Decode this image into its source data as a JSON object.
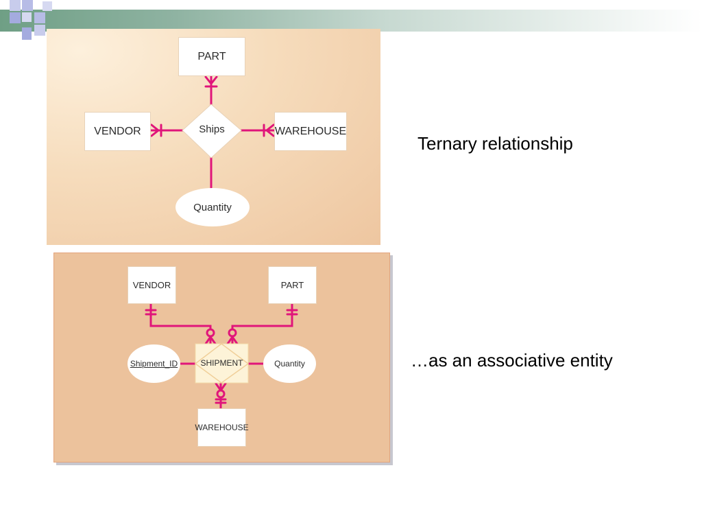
{
  "colors": {
    "connector": "#e0157a",
    "header_bar_start": "#6f9f85",
    "panel_top": "#f6dcbc",
    "panel_bottom": "#ecc29c",
    "logo_square": "#b7bce6"
  },
  "diagram_top": {
    "entities": {
      "part": "PART",
      "vendor": "VENDOR",
      "warehouse": "WAREHOUSE"
    },
    "relationship": "Ships",
    "attribute": "Quantity"
  },
  "diagram_bottom": {
    "entities": {
      "vendor": "VENDOR",
      "part": "PART",
      "warehouse": "WAREHOUSE"
    },
    "associative_entity": "SHIPMENT",
    "attributes": {
      "id": "Shipment_ID",
      "quantity": "Quantity"
    }
  },
  "captions": {
    "ternary": "Ternary relationship",
    "associative": "…as an associative entity"
  }
}
